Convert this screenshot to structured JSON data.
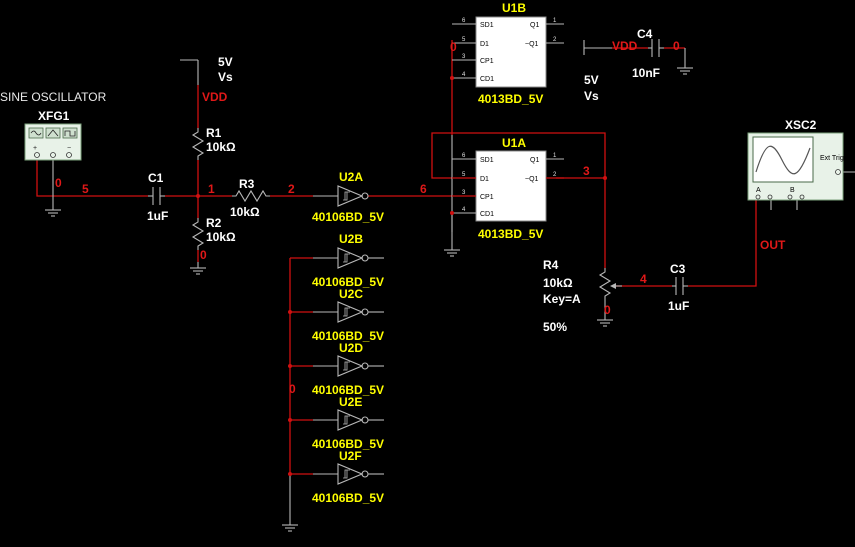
{
  "colors": {
    "background": "#000000",
    "wire": "#d01010",
    "part_label": "#ffff00",
    "component_text": "#ffffff"
  },
  "components": {
    "xfg1": {
      "ref": "XFG1",
      "title": "SINE OSCILLATOR"
    },
    "xsc2": {
      "ref": "XSC2",
      "a_label": "A",
      "b_label": "B",
      "ext_trig": "Ext Trig"
    },
    "supply_top": {
      "value": "5V",
      "name": "Vs",
      "net": "VDD"
    },
    "supply_u1b": {
      "value": "5V",
      "name": "Vs"
    },
    "r1": {
      "ref": "R1",
      "value": "10kΩ"
    },
    "r2": {
      "ref": "R2",
      "value": "10kΩ"
    },
    "r3": {
      "ref": "R3",
      "value": "10kΩ"
    },
    "r4": {
      "ref": "R4",
      "value": "10kΩ",
      "key": "Key=A",
      "setting": "50%"
    },
    "c1": {
      "ref": "C1",
      "value": "1uF"
    },
    "c3": {
      "ref": "C3",
      "value": "1uF"
    },
    "c4": {
      "ref": "C4",
      "value": "10nF"
    },
    "u1a": {
      "ref": "U1A",
      "part": "4013BD_5V",
      "pins": [
        "6",
        "5",
        "3",
        "4"
      ],
      "pin_names": [
        "SD1",
        "D1",
        "CP1",
        "CD1",
        "Q1",
        "~Q1"
      ],
      "out_pins": [
        "1",
        "2"
      ]
    },
    "u1b": {
      "ref": "U1B",
      "part": "4013BD_5V",
      "pins": [
        "6",
        "5",
        "3",
        "4"
      ],
      "pin_names": [
        "SD1",
        "D1",
        "CP1",
        "CD1",
        "Q1",
        "~Q1"
      ],
      "out_pins": [
        "1",
        "2"
      ]
    },
    "inverters": [
      {
        "ref": "U2A",
        "part": "40106BD_5V"
      },
      {
        "ref": "U2B",
        "part": "40106BD_5V"
      },
      {
        "ref": "U2C",
        "part": "40106BD_5V"
      },
      {
        "ref": "U2D",
        "part": "40106BD_5V"
      },
      {
        "ref": "U2E",
        "part": "40106BD_5V"
      },
      {
        "ref": "U2F",
        "part": "40106BD_5V"
      }
    ]
  },
  "nets": {
    "n0_xfg": "0",
    "n5": "5",
    "n1": "1",
    "n2": "2",
    "n6": "6",
    "n0_r2": "0",
    "n0_u1b": "0",
    "n3": "3",
    "n4": "4",
    "n0_r4": "0",
    "n0_inv": "0",
    "n0_c4": "0",
    "vdd_c4": "VDD",
    "out": "OUT"
  }
}
